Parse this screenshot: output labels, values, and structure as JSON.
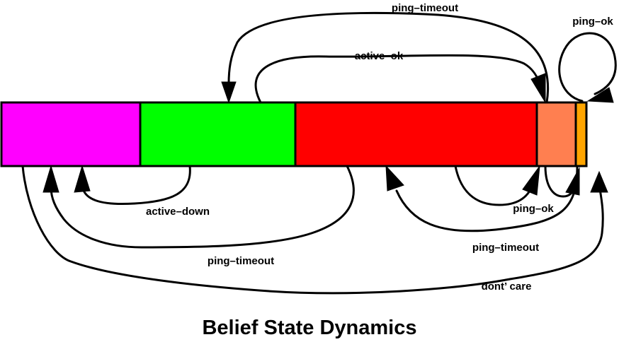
{
  "title": "Belief State Dynamics",
  "states": [
    {
      "id": "magenta",
      "color": "#ff00ff"
    },
    {
      "id": "green",
      "color": "#00ff00"
    },
    {
      "id": "red",
      "color": "#ff0000"
    },
    {
      "id": "coral",
      "color": "#ff7f50"
    },
    {
      "id": "orange",
      "color": "#ffa500"
    }
  ],
  "edges": [
    {
      "id": "coral-to-green",
      "label": "ping–timeout"
    },
    {
      "id": "green-to-coral",
      "label": "active–ok"
    },
    {
      "id": "orange-self",
      "label": "ping–ok"
    },
    {
      "id": "green-to-magenta",
      "label": "active–down"
    },
    {
      "id": "red-to-magenta",
      "label": "ping–timeout"
    },
    {
      "id": "red-to-coral",
      "label": "ping–ok"
    },
    {
      "id": "coral-to-orange",
      "label": ""
    },
    {
      "id": "orange-to-red",
      "label": "ping–timeout"
    },
    {
      "id": "magenta-to-orange",
      "label": "dont’ care"
    }
  ]
}
